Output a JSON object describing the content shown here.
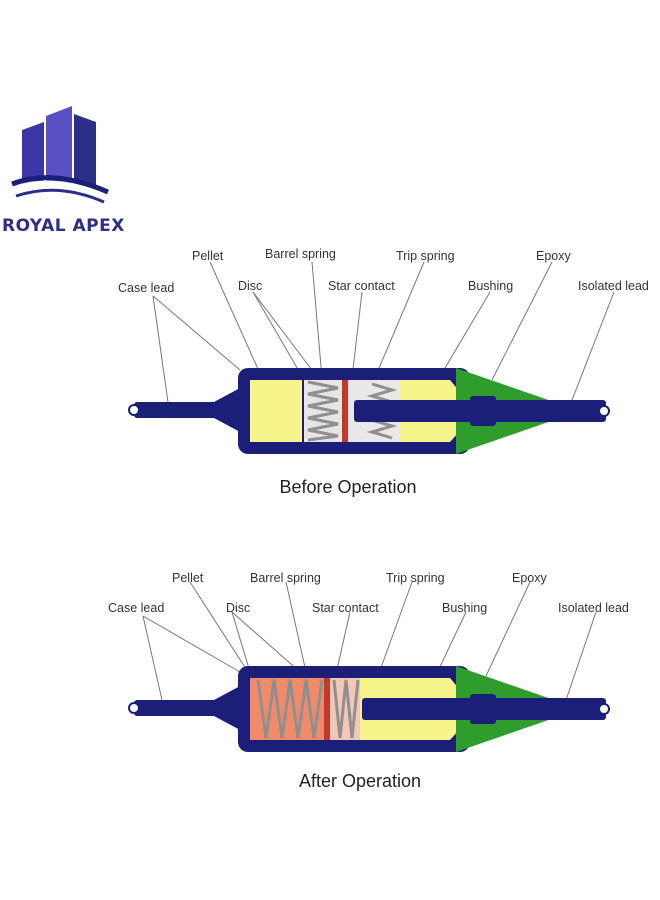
{
  "brand": {
    "name": "ROYAL APEX",
    "colors": {
      "navy": "#1b1f7a",
      "purple": "#5a4fc4"
    }
  },
  "diagrams": {
    "before": {
      "caption": "Before Operation",
      "labels": {
        "case_lead": "Case lead",
        "pellet": "Pellet",
        "disc": "Disc",
        "barrel_spring": "Barrel spring",
        "star_contact": "Star contact",
        "trip_spring": "Trip spring",
        "bushing": "Bushing",
        "epoxy": "Epoxy",
        "isolated_lead": "Isolated lead"
      }
    },
    "after": {
      "caption": "After Operation",
      "labels": {
        "case_lead": "Case lead",
        "pellet": "Pellet",
        "disc": "Disc",
        "barrel_spring": "Barrel spring",
        "star_contact": "Star contact",
        "trip_spring": "Trip spring",
        "bushing": "Bushing",
        "epoxy": "Epoxy",
        "isolated_lead": "Isolated lead"
      }
    }
  },
  "colors": {
    "housing": "#1b1f7a",
    "pellet_yellow": "#f6f48a",
    "pellet_melted": "#f08a6a",
    "epoxy_green": "#2e9d2e",
    "spring_gray": "#b5b5b5",
    "disc_red": "#c0392b"
  }
}
